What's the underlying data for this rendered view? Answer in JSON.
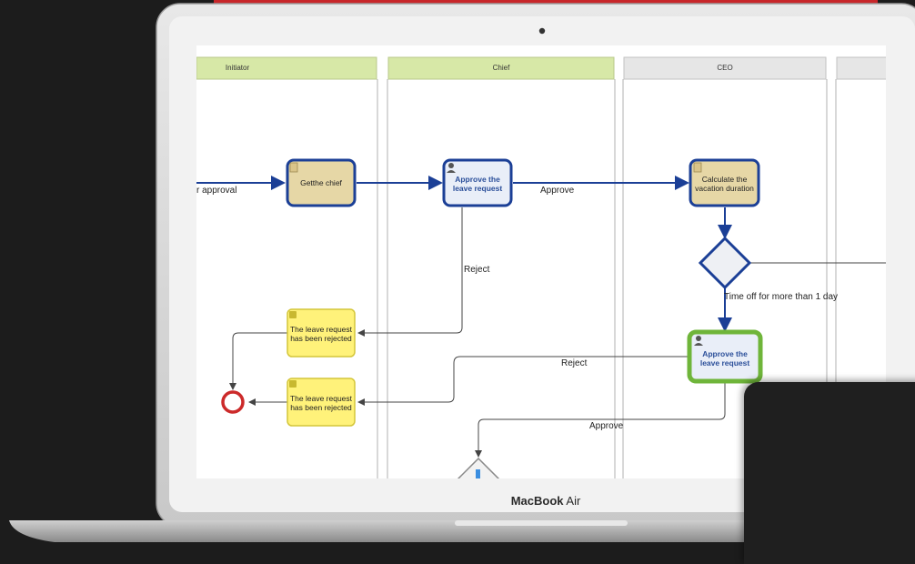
{
  "lanes": {
    "initiator": "Initiator",
    "chief": "Chief",
    "ceo": "CEO"
  },
  "tasks": {
    "get_chief": "Getthe chief",
    "approve_leave_1": "Approve the leave request",
    "calc_vacation": "Calculate the vacation duration",
    "approve_leave_2": "Approve the leave request",
    "rejected_1": "The leave request has been rejected",
    "rejected_2": "The leave request has been rejected"
  },
  "flow_labels": {
    "for_approval": "r approval",
    "approve_1": "Approve",
    "reject_1": "Reject",
    "time_off": "Time off for more than 1 day",
    "reject_2": "Reject",
    "approve_2": "Approve"
  },
  "device": {
    "brand_name": "MacBook",
    "brand_model": "Air"
  },
  "colors": {
    "lane_header_green": "#d7e8a7",
    "lane_header_gray": "#e6e6e6",
    "flow_blue": "#1b3f96",
    "task_tan": "#e6d7a6",
    "task_blue_fill": "#e9eef8",
    "message_yellow": "#fff27a",
    "highlight_green": "#6fb53a",
    "end_event_red": "#cc2a2a"
  },
  "icons": {
    "script_task": "script-task-icon",
    "user_task": "user-icon",
    "message": "message-icon",
    "end_event": "end-event-icon",
    "gateway": "exclusive-gateway-icon"
  }
}
